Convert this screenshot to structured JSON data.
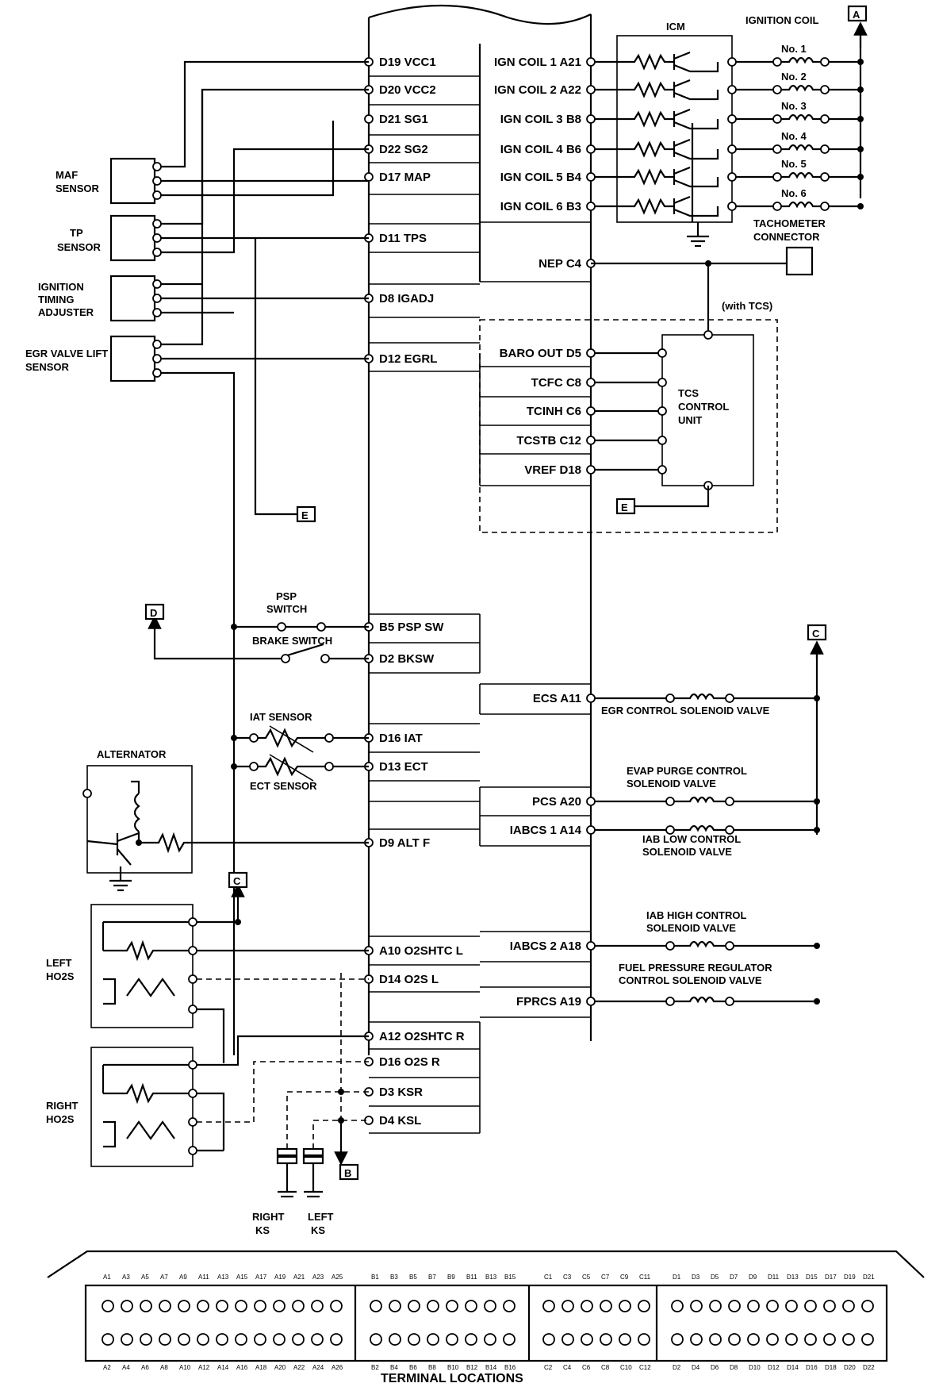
{
  "ecm_left_pins": [
    "D19 VCC1",
    "D20 VCC2",
    "D21 SG1",
    "D22 SG2",
    "D17 MAP",
    "D11 TPS",
    "D8 IGADJ",
    "D12 EGRL",
    "B5 PSP SW",
    "D2 BKSW",
    "D16 IAT",
    "D13 ECT",
    "D9 ALT F",
    "A10 O2SHTC L",
    "D14 O2S L",
    "A12 O2SHTC R",
    "D16 O2S R",
    "D3 KSR",
    "D4 KSL"
  ],
  "ecm_right_pins": [
    "IGN COIL 1 A21",
    "IGN COIL 2 A22",
    "IGN COIL 3 B8",
    "IGN COIL 4 B6",
    "IGN COIL 5 B4",
    "IGN COIL 6 B3",
    "NEP C4",
    "BARO OUT D5",
    "TCFC C8",
    "TCINH C6",
    "TCSTB C12",
    "VREF D18",
    "ECS A11",
    "PCS A20",
    "IABCS 1 A14",
    "IABCS 2 A18",
    "FPRCS A19"
  ],
  "ignition": {
    "icm_label": "ICM",
    "coil_label": "IGNITION COIL",
    "coils": [
      "No. 1",
      "No. 2",
      "No. 3",
      "No. 4",
      "No. 5",
      "No. 6"
    ]
  },
  "components": {
    "maf": [
      "MAF",
      "SENSOR"
    ],
    "tp": [
      "TP",
      "SENSOR"
    ],
    "ign_timing": [
      "IGNITION",
      "TIMING",
      "ADJUSTER"
    ],
    "egr_lift": [
      "EGR VALVE LIFT",
      "SENSOR"
    ],
    "tach": [
      "TACHOMETER",
      "CONNECTOR"
    ],
    "with_tcs": "(with TCS)",
    "tcs_unit": [
      "TCS",
      "CONTROL",
      "UNIT"
    ],
    "psp": [
      "PSP",
      "SWITCH"
    ],
    "brake": "BRAKE SWITCH",
    "iat": "IAT SENSOR",
    "ect": "ECT SENSOR",
    "alternator": "ALTERNATOR",
    "left_ho2s": [
      "LEFT",
      "HO2S"
    ],
    "right_ho2s": [
      "RIGHT",
      "HO2S"
    ],
    "right_ks": [
      "RIGHT",
      "KS"
    ],
    "left_ks": [
      "LEFT",
      "KS"
    ]
  },
  "solenoids": {
    "egr": [
      "EGR CONTROL SOLENOID VALVE"
    ],
    "evap": [
      "EVAP  PURGE CONTROL",
      "SOLENOID VALVE"
    ],
    "iab_low": [
      "IAB LOW CONTROL",
      "SOLENOID VALVE"
    ],
    "iab_high": [
      "IAB HIGH CONTROL",
      "SOLENOID VALVE"
    ],
    "fpr": [
      "FUEL PRESSURE REGULATOR",
      "CONTROL SOLENOID VALVE"
    ]
  },
  "connector_refs": {
    "a": "A",
    "b": "B",
    "c": "C",
    "c2": "C",
    "d": "D",
    "e": "E",
    "e2": "E"
  },
  "terminal_locations": {
    "title": "TERMINAL LOCATIONS",
    "a_top": [
      "A1",
      "A3",
      "A5",
      "A7",
      "A9",
      "A11",
      "A13",
      "A15",
      "A17",
      "A19",
      "A21",
      "A23",
      "A25"
    ],
    "a_bottom": [
      "A2",
      "A4",
      "A6",
      "A8",
      "A10",
      "A12",
      "A14",
      "A16",
      "A18",
      "A20",
      "A22",
      "A24",
      "A26"
    ],
    "b_top": [
      "B1",
      "B3",
      "B5",
      "B7",
      "B9",
      "B11",
      "B13",
      "B15"
    ],
    "b_bottom": [
      "B2",
      "B4",
      "B6",
      "B8",
      "B10",
      "B12",
      "B14",
      "B16"
    ],
    "c_top": [
      "C1",
      "C3",
      "C5",
      "C7",
      "C9",
      "C11"
    ],
    "c_bottom": [
      "C2",
      "C4",
      "C6",
      "C8",
      "C10",
      "C12"
    ],
    "d_top": [
      "D1",
      "D3",
      "D5",
      "D7",
      "D9",
      "D11",
      "D13",
      "D15",
      "D17",
      "D19",
      "D21"
    ],
    "d_bottom": [
      "D2",
      "D4",
      "D6",
      "D8",
      "D10",
      "D12",
      "D14",
      "D16",
      "D18",
      "D20",
      "D22"
    ]
  }
}
